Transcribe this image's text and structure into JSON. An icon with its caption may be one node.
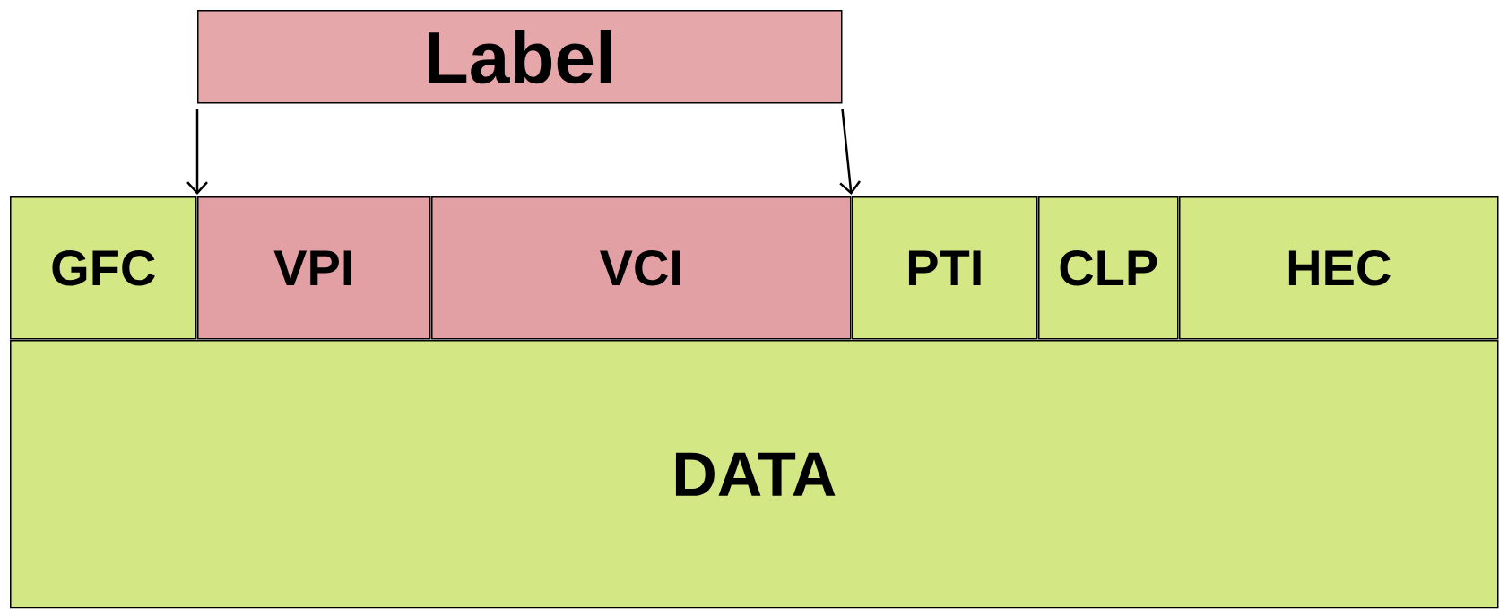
{
  "diagram": {
    "nodes": [
      {
        "text": [
          "Label"
        ]
      },
      {
        "text": [
          "GFC"
        ]
      },
      {
        "text": [
          "VPI"
        ]
      },
      {
        "text": [
          "VCI"
        ]
      },
      {
        "text": [
          "PTI"
        ]
      },
      {
        "text": [
          "CLP"
        ]
      },
      {
        "text": [
          "HEC"
        ]
      },
      {
        "text": [
          "DATA"
        ]
      }
    ],
    "edges": [
      {
        "from": 0,
        "to": 2,
        "arrow": "to"
      },
      {
        "from": 0,
        "to": 3,
        "arrow": "to"
      }
    ]
  }
}
